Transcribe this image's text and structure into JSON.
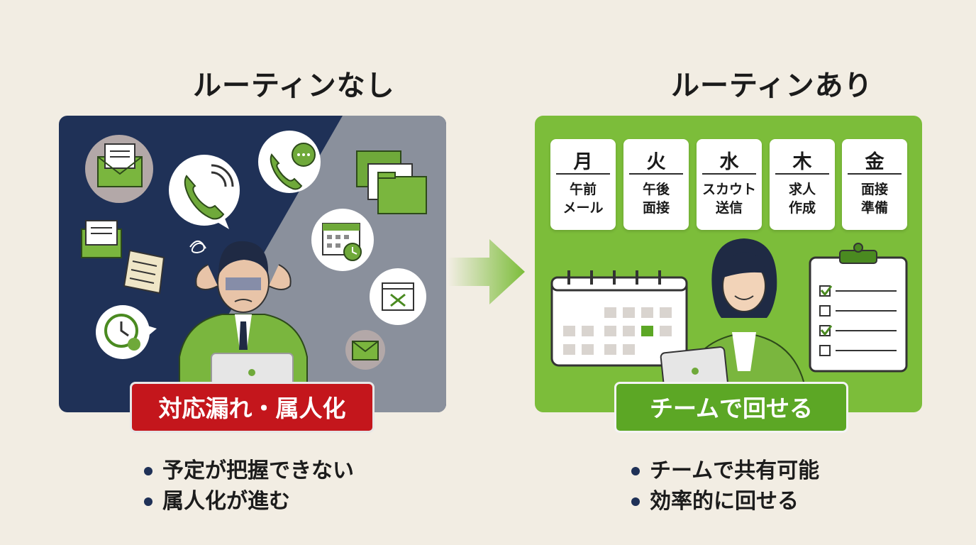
{
  "left": {
    "heading": "ルーティンなし",
    "banner": "対応漏れ・属人化",
    "bullets": [
      "予定が把握できない",
      "属人化が進む"
    ]
  },
  "right": {
    "heading": "ルーティンあり",
    "banner": "チームで回せる",
    "days": [
      {
        "day": "月",
        "task": "午前\nメール"
      },
      {
        "day": "火",
        "task": "午後\n面接"
      },
      {
        "day": "水",
        "task": "スカウト\n送信"
      },
      {
        "day": "木",
        "task": "求人\n作成"
      },
      {
        "day": "金",
        "task": "面接\n準備"
      }
    ],
    "bullets": [
      "チームで共有可能",
      "効率的に回せる"
    ]
  },
  "colors": {
    "navy": "#1f3157",
    "green": "#7cbd3a",
    "dark_green": "#5ca725",
    "alert_red": "#c4161c",
    "background": "#f2ede3"
  },
  "icons": [
    "mail-icon",
    "phone-icon",
    "chat-icon",
    "folder-icon",
    "calendar-icon",
    "clock-icon",
    "document-icon",
    "arrow-right-icon",
    "clipboard-checklist-icon",
    "laptop-icon",
    "tablet-icon"
  ]
}
